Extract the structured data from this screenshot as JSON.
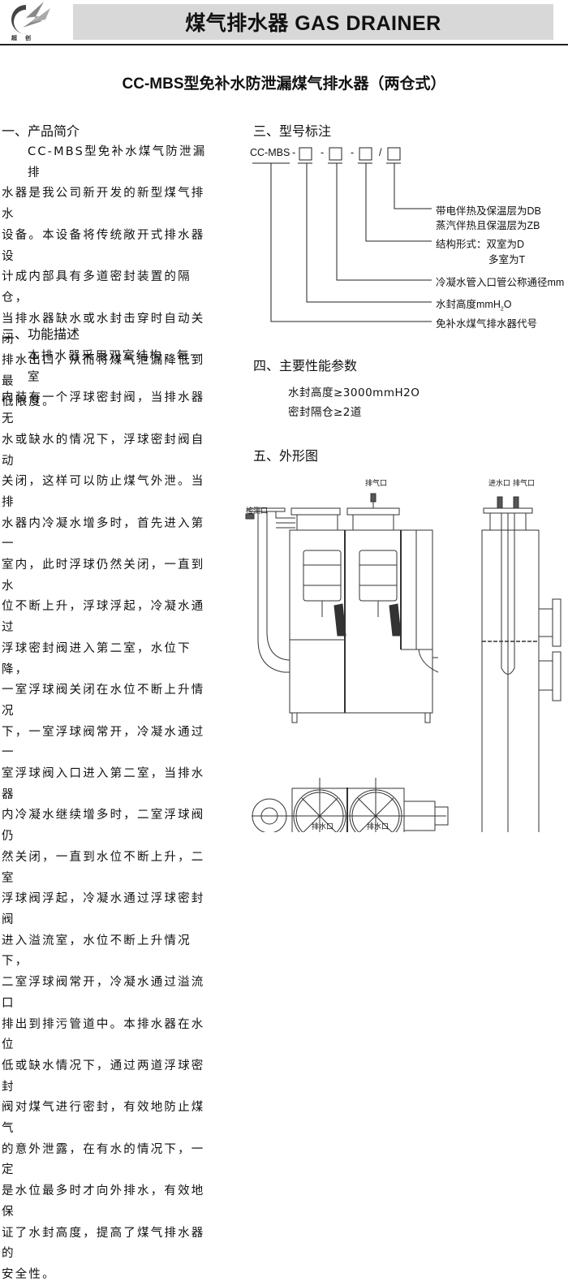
{
  "header": {
    "logo_caption": "超创",
    "title": "煤气排水器 GAS DRAINER"
  },
  "subtitle": "CC-MBS型免补水防泄漏煤气排水器（两仓式）",
  "section1": {
    "heading": "一、产品简介",
    "lines": [
      "CC-MBS型免补水煤气防泄漏排",
      "水器是我公司新开发的新型煤气排水",
      "设备。本设备将传统敞开式排水器设",
      "计成内部具有多道密封装置的隔仓，",
      "当排水器缺水或水封击穿时自动关闭",
      "排水出口，从而将煤气泄漏降低到最",
      "低限度。"
    ]
  },
  "section2": {
    "heading": "二、功能描述",
    "lines": [
      "本排水器采用双室结构，每一室",
      "内装有一个浮球密封阀，当排水器无",
      "水或缺水的情况下，浮球密封阀自动",
      "关闭，这样可以防止煤气外泄。当排",
      "水器内冷凝水增多时，首先进入第一",
      "室内，此时浮球仍然关闭，一直到水",
      "位不断上升，浮球浮起，冷凝水通过",
      "浮球密封阀进入第二室，水位下降，",
      "一室浮球阀关闭在水位不断上升情况",
      "下，一室浮球阀常开，冷凝水通过一",
      "室浮球阀入口进入第二室，当排水器",
      "内冷凝水继续增多时，二室浮球阀仍",
      "然关闭，一直到水位不断上升，二室",
      "浮球阀浮起，冷凝水通过浮球密封阀",
      "进入溢流室，水位不断上升情况下，",
      "二室浮球阀常开，冷凝水通过溢流口",
      "排出到排污管道中。本排水器在水位",
      "低或缺水情况下，通过两道浮球密封",
      "阀对煤气进行密封，有效地防止煤气",
      "的意外泄露，在有水的情况下，一定",
      "是水位最多时才向外排水，有效地保",
      "证了水封高度，提高了煤气排水器的",
      "安全性。"
    ]
  },
  "section3": {
    "heading": "三、型号标注",
    "code_prefix": "CC-MBS",
    "sep1": "-",
    "sep2": "-",
    "sep3": "-",
    "sep4": "/",
    "labels": {
      "heating_line1": "带电伴热及保温层为DB",
      "heating_line2": "蒸汽伴热且保温层为ZB",
      "structure_line1": "结构形式：双室为D",
      "structure_line2": "多室为T",
      "diameter": "冷凝水管入口管公称通径mm",
      "seal_height_prefix": "水封高度mmH",
      "seal_height_sub": "2",
      "seal_height_suffix": "O",
      "code_name": "免补水煤气排水器代号"
    }
  },
  "section4": {
    "heading": "四、主要性能参数",
    "params": [
      "水封高度≥3000mmH2O",
      "密封隔仓≥2道"
    ]
  },
  "section5": {
    "heading": "五、外形图",
    "labels": {
      "detect_port": "检测口",
      "vent_port_front": "排气口",
      "inlet_port": "进水口",
      "vent_port_side": "排气口",
      "drain_port_1": "排水口",
      "drain_port_2": "排水口"
    }
  }
}
